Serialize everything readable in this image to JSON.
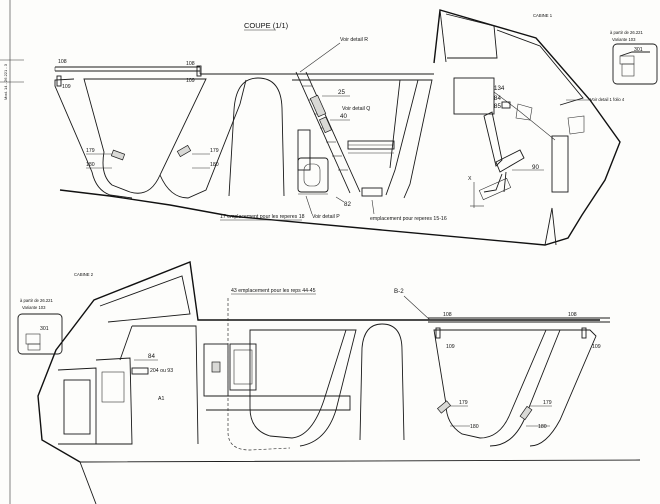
{
  "title": "COUPE (1/1)",
  "cabin1": {
    "label": "CABINE 1"
  },
  "cabin2": {
    "label": "CABINE 2"
  },
  "references": [
    {
      "id": "voir-detail-r",
      "text": "Voir detail R"
    },
    {
      "id": "voir-detail-q",
      "text": "Voir detail Q"
    },
    {
      "id": "voir-detail-1",
      "text": "Voir detail 1 folio 4"
    },
    {
      "id": "voir-detail-p",
      "text": "Voir detail P"
    },
    {
      "id": "empl-reperes-18",
      "text": "17  emplacement pour les reperes  18"
    },
    {
      "id": "empl-reperes-15",
      "text": "emplacement pour   reperes 15-16"
    },
    {
      "id": "empl-reps-44",
      "text": "43  emplacement pour les reps  44-45"
    },
    {
      "id": "b2",
      "text": "B-2"
    },
    {
      "id": "a1",
      "text": "A1"
    },
    {
      "id": "x-marker",
      "text": "X"
    }
  ],
  "variant_note_top": {
    "line1": "à partir de 26.221",
    "line2": "Variante 103",
    "part": "301"
  },
  "variant_note_bottom": {
    "line1": "à partir de 26.221",
    "line2": "Variante 103",
    "part": "301"
  },
  "part_numbers": {
    "p108a": "108",
    "p109a": "109",
    "p108b": "108",
    "p109b": "109",
    "p179a": "179",
    "p180a": "180",
    "p179b": "179",
    "p180b": "180",
    "p25": "25",
    "p40": "40",
    "p82": "82",
    "p134": "134",
    "p84": "84",
    "p85": "85",
    "p90": "90",
    "q84": "84",
    "q204": "204 ou 93",
    "r108a": "108",
    "r109a": "109",
    "r108b": "108",
    "r109b": "109",
    "r179a": "179",
    "r180a": "180",
    "r179b": "179",
    "r180b": "180"
  },
  "margin_text": "Mod. 14 - 26.221 - 3"
}
